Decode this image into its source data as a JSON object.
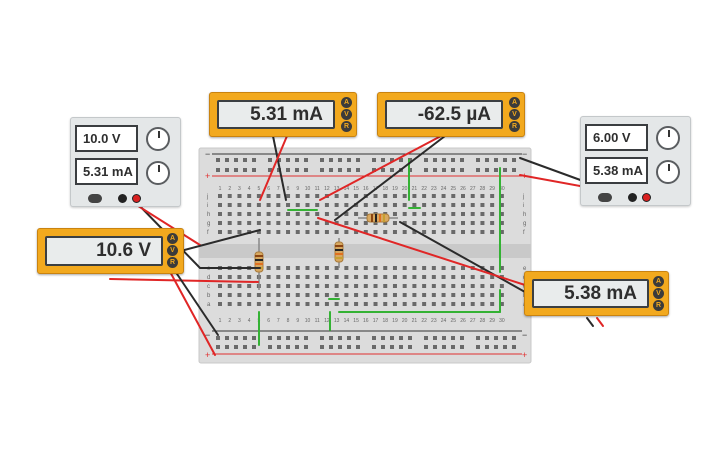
{
  "meters": {
    "top_left": {
      "reading": "5.31 mA",
      "buttons": [
        "A",
        "V",
        "R"
      ]
    },
    "top_center": {
      "reading": "-62.5 µA",
      "buttons": [
        "A",
        "V",
        "R"
      ]
    },
    "left_voltage": {
      "reading": "10.6 V",
      "buttons": [
        "A",
        "V",
        "R"
      ]
    },
    "right_current": {
      "reading": "5.38 mA",
      "buttons": [
        "A",
        "V",
        "R"
      ]
    }
  },
  "supplies": {
    "left": {
      "voltage": "10.0 V",
      "current": "5.31 mA"
    },
    "right": {
      "voltage": "6.00 V",
      "current": "5.38 mA"
    }
  },
  "breadboard": {
    "column_numbers": [
      "1",
      "2",
      "3",
      "4",
      "5",
      "6",
      "7",
      "8",
      "9",
      "10",
      "11",
      "12",
      "13",
      "14",
      "15",
      "16",
      "17",
      "18",
      "19",
      "20",
      "21",
      "22",
      "23",
      "24",
      "25",
      "26",
      "27",
      "28",
      "29",
      "30"
    ],
    "row_letters_top": [
      "j",
      "i",
      "h",
      "g",
      "f"
    ],
    "row_letters_bottom": [
      "e",
      "d",
      "c",
      "b",
      "a"
    ],
    "rail_minus": "−",
    "rail_plus": "+"
  },
  "colors": {
    "meter_orange": "#f2a91e",
    "wire_red": "#e02626",
    "wire_black": "#2b2b2b",
    "wire_green": "#34b234",
    "rail_red": "#e03030",
    "rail_black": "#333333",
    "board": "#dcdcdc"
  }
}
